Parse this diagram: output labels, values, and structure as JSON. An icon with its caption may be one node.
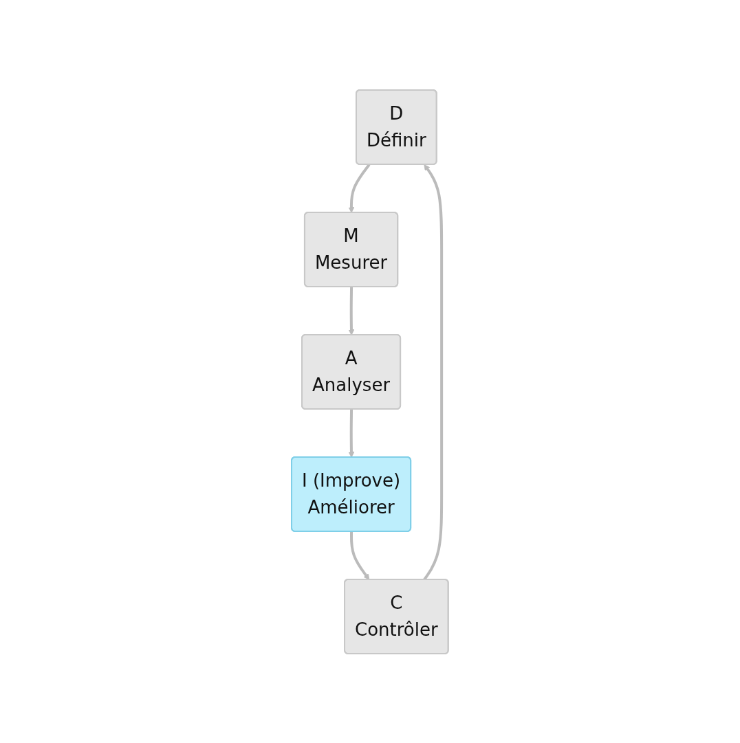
{
  "diagram": {
    "nodes": [
      {
        "text": [
          "D",
          "Définir"
        ]
      },
      {
        "text": [
          "M",
          "Mesurer"
        ]
      },
      {
        "text": [
          "A",
          "Analyser"
        ]
      },
      {
        "text": [
          "I (Improve)",
          "Améliorer"
        ]
      },
      {
        "text": [
          "C",
          "Contrôler"
        ]
      }
    ],
    "edges": [
      {
        "from": 0,
        "to": 1,
        "arrow": "to"
      },
      {
        "from": 1,
        "to": 2,
        "arrow": "to"
      },
      {
        "from": 2,
        "to": 3,
        "arrow": "to"
      },
      {
        "from": 3,
        "to": 4,
        "arrow": "to"
      },
      {
        "from": 4,
        "to": 0,
        "arrow": "to"
      }
    ]
  }
}
